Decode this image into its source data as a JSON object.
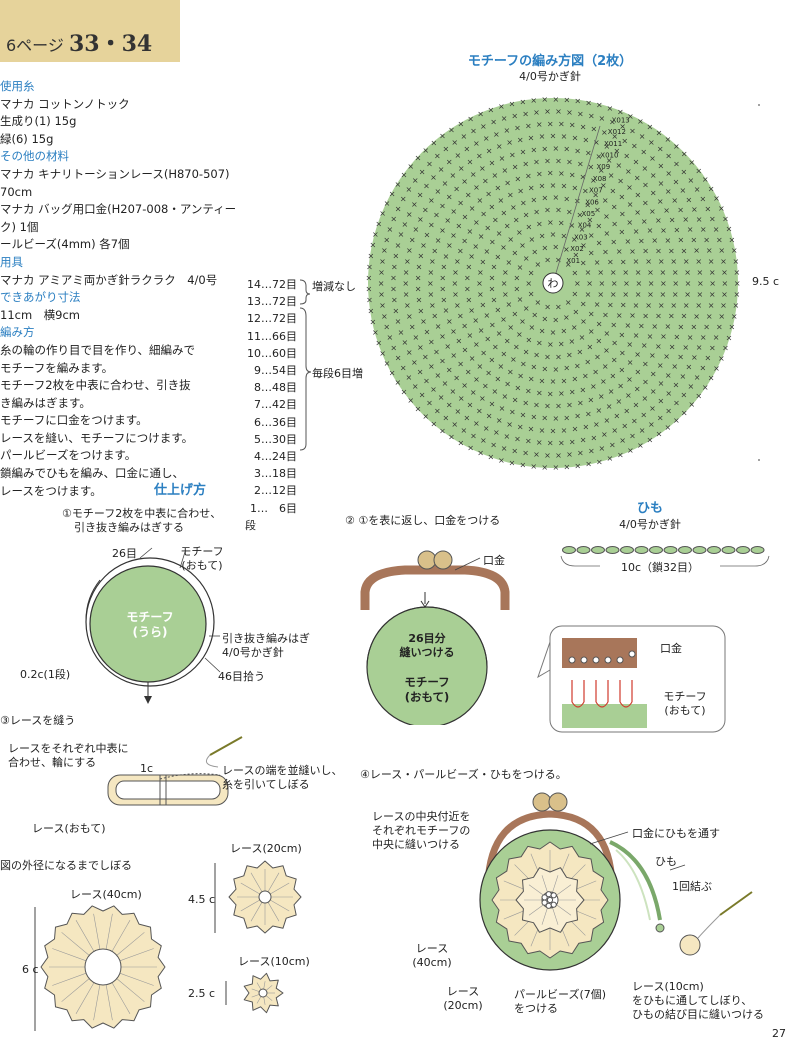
{
  "page_tab": {
    "prefix": "6ページ ",
    "pages": "33・34"
  },
  "materials": [
    {
      "text": "使用糸",
      "heading": true
    },
    {
      "text": "マナカ コットンノトック",
      "heading": false
    },
    {
      "text": "生成り(1) 15g",
      "heading": false
    },
    {
      "text": "緑(6) 15g",
      "heading": false
    },
    {
      "text": "その他の材料",
      "heading": true
    },
    {
      "text": "マナカ キナリトーションレース(H870-507) 70cm",
      "heading": false
    },
    {
      "text": "マナカ バッグ用口金(H207-008・アンティーク) 1個",
      "heading": false
    },
    {
      "text": "ールビーズ(4mm) 各7個",
      "heading": false
    },
    {
      "text": "用具",
      "heading": true
    },
    {
      "text": "マナカ アミアミ両かぎ針ラクラク　4/0号",
      "heading": false
    },
    {
      "text": "できあがり寸法",
      "heading": true
    },
    {
      "text": "11cm　横9cm",
      "heading": false
    },
    {
      "text": "編み方",
      "heading": true
    },
    {
      "text": "糸の輪の作り目で目を作り、細編みで",
      "heading": false
    },
    {
      "text": "モチーフを編みます。",
      "heading": false
    },
    {
      "text": "モチーフ2枚を中表に合わせ、引き抜",
      "heading": false
    },
    {
      "text": "き編みはぎます。",
      "heading": false
    },
    {
      "text": "モチーフに口金をつけます。",
      "heading": false
    },
    {
      "text": "レースを縫い、モチーフにつけます。",
      "heading": false
    },
    {
      "text": "パールビーズをつけます。",
      "heading": false
    },
    {
      "text": "鎖編みでひもを編み、口金に通し、",
      "heading": false
    },
    {
      "text": "レースをつけます。",
      "heading": false
    }
  ],
  "row_table": {
    "rows": [
      "14…72目",
      "13…72目",
      "12…72目",
      "11…66目",
      "10…60目",
      "9…54目",
      "8…48目",
      "7…42目",
      "6…36目",
      "5…30目",
      "4…24目",
      "3…18目",
      "2…12目",
      "1…　6目",
      "段"
    ],
    "note_no_change": "増減なし",
    "note_increase": "毎段6目増"
  },
  "motif": {
    "title": "モチーフの編み方図（2枚）",
    "hook": "4/0号かぎ針",
    "size": "9.5 c",
    "center": "わ",
    "round_labels": [
      "X01",
      "X02",
      "X03",
      "X04",
      "X05",
      "X06",
      "X07",
      "X08",
      "X09",
      "X010",
      "X011",
      "X012",
      "X013"
    ]
  },
  "finishing": {
    "title": "仕上げ方",
    "step1": {
      "line1": "①モチーフ2枚を中表に合わせ、",
      "line2": "引き抜き編みはぎする"
    },
    "motif_face": {
      "line1": "モチーフ",
      "line2": "(おもて)"
    },
    "count26": "26目",
    "motif_back": {
      "line1": "モチーフ",
      "line2": "(うら)"
    },
    "slip": {
      "line1": "引き抜き編みはぎ",
      "line2": "4/0号かぎ針"
    },
    "pick46": "46目拾う",
    "edge": "0.2c(1段)",
    "step2": "②  ①を表に返し、口金をつける",
    "clasp": "口金",
    "sew26": {
      "line1": "26目分",
      "line2": "縫いつける"
    },
    "motif_front": {
      "line1": "モチーフ",
      "line2": "(おもて)"
    },
    "detail_clasp": "口金",
    "detail_motif": {
      "line1": "モチーフ",
      "line2": "(おもて)"
    }
  },
  "cord": {
    "title": "ひも",
    "hook": "4/0号かぎ針",
    "length": "10c（鎖32目）"
  },
  "step3": {
    "title": "③レースを縫う",
    "instr": {
      "line1": "レースをそれぞれ中表に",
      "line2": "合わせ、輪にする"
    },
    "size": "1c",
    "gather": {
      "line1": "レースの端を並縫いし、",
      "line2": "糸を引いてしぼる"
    },
    "lace_front": "レース(おもて)",
    "shrink": "図の外径になるまでしぼる",
    "lace20": "レース(20cm)",
    "d45": "4.5 c",
    "lace40": "レース(40cm)",
    "d6": "6 c",
    "lace10": "レース(10cm)",
    "d25": "2.5 c"
  },
  "step4": {
    "title": "④レース・パールビーズ・ひもをつける。",
    "center_note": {
      "line1": "レースの中央付近を",
      "line2": "それぞれモチーフの",
      "line3": "中央に縫いつける"
    },
    "cord_through": "口金にひもを通す",
    "cord": "ひも",
    "knot": "1回結ぶ",
    "lace40": {
      "line1": "レース",
      "line2": "(40cm)"
    },
    "lace20": {
      "line1": "レース",
      "line2": "(20cm)"
    },
    "beads": {
      "line1": "パールビーズ(7個)",
      "line2": "をつける"
    },
    "lace10": {
      "line1": "レース(10cm)",
      "line2": "をひもに通してしぼり、",
      "line3": "ひもの結び目に縫いつける"
    }
  },
  "page_number": "27",
  "colors": {
    "motif_green": "#a9cf95",
    "lace": "#f5e7c1",
    "accent_blue": "#2b7fc1",
    "clasp_brown": "#a8765a",
    "tab": "#e6d39b"
  }
}
